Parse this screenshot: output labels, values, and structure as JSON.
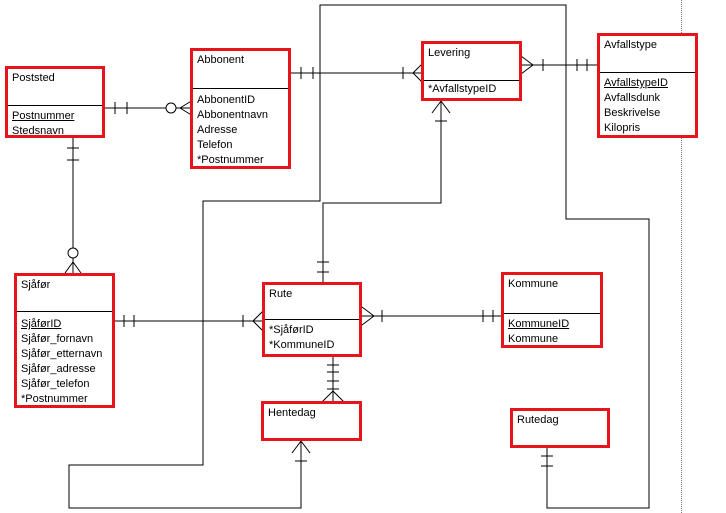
{
  "entities": {
    "poststed": {
      "name": "Poststed",
      "attributes": [
        "Postnummer",
        "Stedsnavn"
      ]
    },
    "abbonent": {
      "name": "Abbonent",
      "attributes": [
        "AbbonentID",
        "Abbonentnavn",
        "Adresse",
        "Telefon",
        "*Postnummer"
      ]
    },
    "levering": {
      "name": "Levering",
      "attributes": [
        "*AvfallstypeID"
      ]
    },
    "avfallstype": {
      "name": "Avfallstype",
      "attributes": [
        "AvfallstypeID",
        "Avfallsdunk",
        "Beskrivelse",
        "Kilopris"
      ]
    },
    "sjafor": {
      "name": "Sjåfør",
      "attributes": [
        "SjåførID",
        "Sjåfør_fornavn",
        "Sjåfør_etternavn",
        "Sjåfør_adresse",
        "Sjåfør_telefon",
        "*Postnummer"
      ]
    },
    "rute": {
      "name": "Rute",
      "attributes": [
        "*SjåførID",
        "*KommuneID"
      ]
    },
    "kommune": {
      "name": "Kommune",
      "attributes": [
        "KommuneID",
        "Kommune"
      ]
    },
    "hentedag": {
      "name": "Hentedag",
      "attributes": []
    },
    "rutedag": {
      "name": "Rutedag",
      "attributes": []
    }
  },
  "colors": {
    "entity_border": "#e8141c",
    "line": "#000000",
    "divider": "#7a7a7a"
  }
}
